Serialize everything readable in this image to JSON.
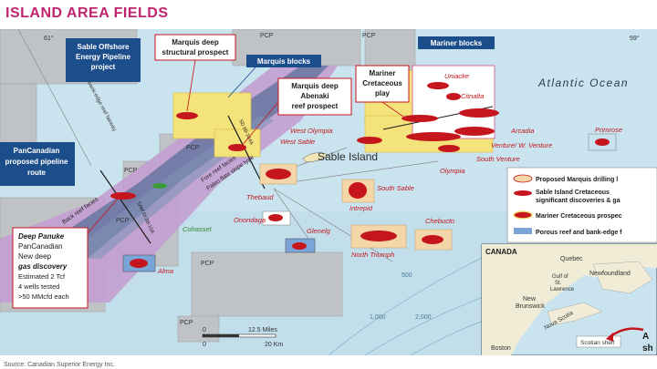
{
  "header": {
    "title": "ISLAND AREA FIELDS"
  },
  "callouts": {
    "sable_offshore": "Sable Offshore Energy Pipeline project",
    "sable_offshore_lines": [
      "Sable Offshore",
      "Energy Pipeline",
      "project"
    ],
    "marquis_deep_structural": [
      "Marquis deep",
      "structural prospect"
    ],
    "marquis_blocks": "Marquis blocks",
    "marquis_deep_abenaki": [
      "Marquis deep",
      "Abenaki",
      "reef prospect"
    ],
    "mariner_blocks": "Mariner blocks",
    "mariner_cretaceous": [
      "Mariner",
      "Cretaceous",
      "play"
    ],
    "pancanadian_pipeline": [
      "PanCanadian",
      "proposed pipeline",
      "route"
    ],
    "deep_panuke": [
      "Deep Panuke",
      "PanCanadian",
      "New deep",
      "gas discovery",
      "Estimated 2 Tcf",
      "4 wells tested",
      ">50 MMcfd each"
    ]
  },
  "labels": {
    "atlantic_ocean": "Atlantic Ocean",
    "sable_island": "Sable Island",
    "pcp": "PCP",
    "longitude_61": "61°",
    "longitude_59": "59°",
    "abenaki_trend": "Abenaki bank-edge reef fairway",
    "back_reef": "Back reef facies",
    "fore_reef": "Fore reef facies",
    "paleo_flats": "Paleo flats slope type",
    "line_sd": "SD 88-104A",
    "line_panuke": "SAM DI 88-10A"
  },
  "fields": {
    "uniacke": "Uniacke",
    "citnalta": "Citnalta",
    "arcadia": "Arcadia",
    "venture": "Venture/ W. Venture",
    "south_venture": "South Venture",
    "olympia": "Olympia",
    "primrose": "Primrose",
    "west_olympia": "West Olympia",
    "west_sable": "West Sable",
    "south_sable": "South Sable",
    "intrepid": "Intrepid",
    "thebaud": "Thebaud",
    "onondaga": "Onondaga",
    "cohasset": "Cohasset",
    "glenelg": "Glenelg",
    "chebucto": "Chebucto",
    "north_triumph": "North Triumph",
    "alma": "Alma"
  },
  "depth_contours": [
    "500",
    "1,000",
    "2,000"
  ],
  "scale": {
    "zero_top": "0",
    "miles": "12.5 Miles",
    "zero_bottom": "0",
    "km": "20 Km"
  },
  "legend": {
    "items": [
      {
        "label": "Proposed Marquis drilling l",
        "symbol": "marquis"
      },
      {
        "label": "Sable Island Cretaceous significant discoveries & ga",
        "lines": [
          "Sable Island Cretaceous",
          "significant discoveries & ga"
        ],
        "symbol": "sable"
      },
      {
        "label": "Mariner Cretaceous prospec",
        "symbol": "mariner"
      },
      {
        "label": "Porous reef and bank-edge f",
        "symbol": "porous"
      }
    ]
  },
  "inset": {
    "country": "CANADA",
    "quebec": "Quebec",
    "gulf": "Gulf of St. Lawrence",
    "gulf_lines": [
      "Gulf of",
      "St.",
      "Lawrence"
    ],
    "newfoundland": "Newfoundland",
    "new_brunswick": [
      "New",
      "Brunswick"
    ],
    "nova_scotia": "Nova Scotia",
    "boston": "Boston",
    "scotian_shelf": "Scotian shelf",
    "atlantic_partial": "A",
    "sh_partial": "sh"
  },
  "source": "Source: Canadian Superior Energy Inc.",
  "colors": {
    "ocean": "#c9e3ef",
    "deep_ocean": "#b3d5e6",
    "grey_block": "#bfc3c6",
    "purple_trend": "#c39fd2",
    "dark_trend": "#5b6f98",
    "yellow_block": "#f4e27a",
    "field_red": "#c4161c",
    "callout_blue": "#1d4e8c",
    "title_magenta": "#c0246e"
  }
}
